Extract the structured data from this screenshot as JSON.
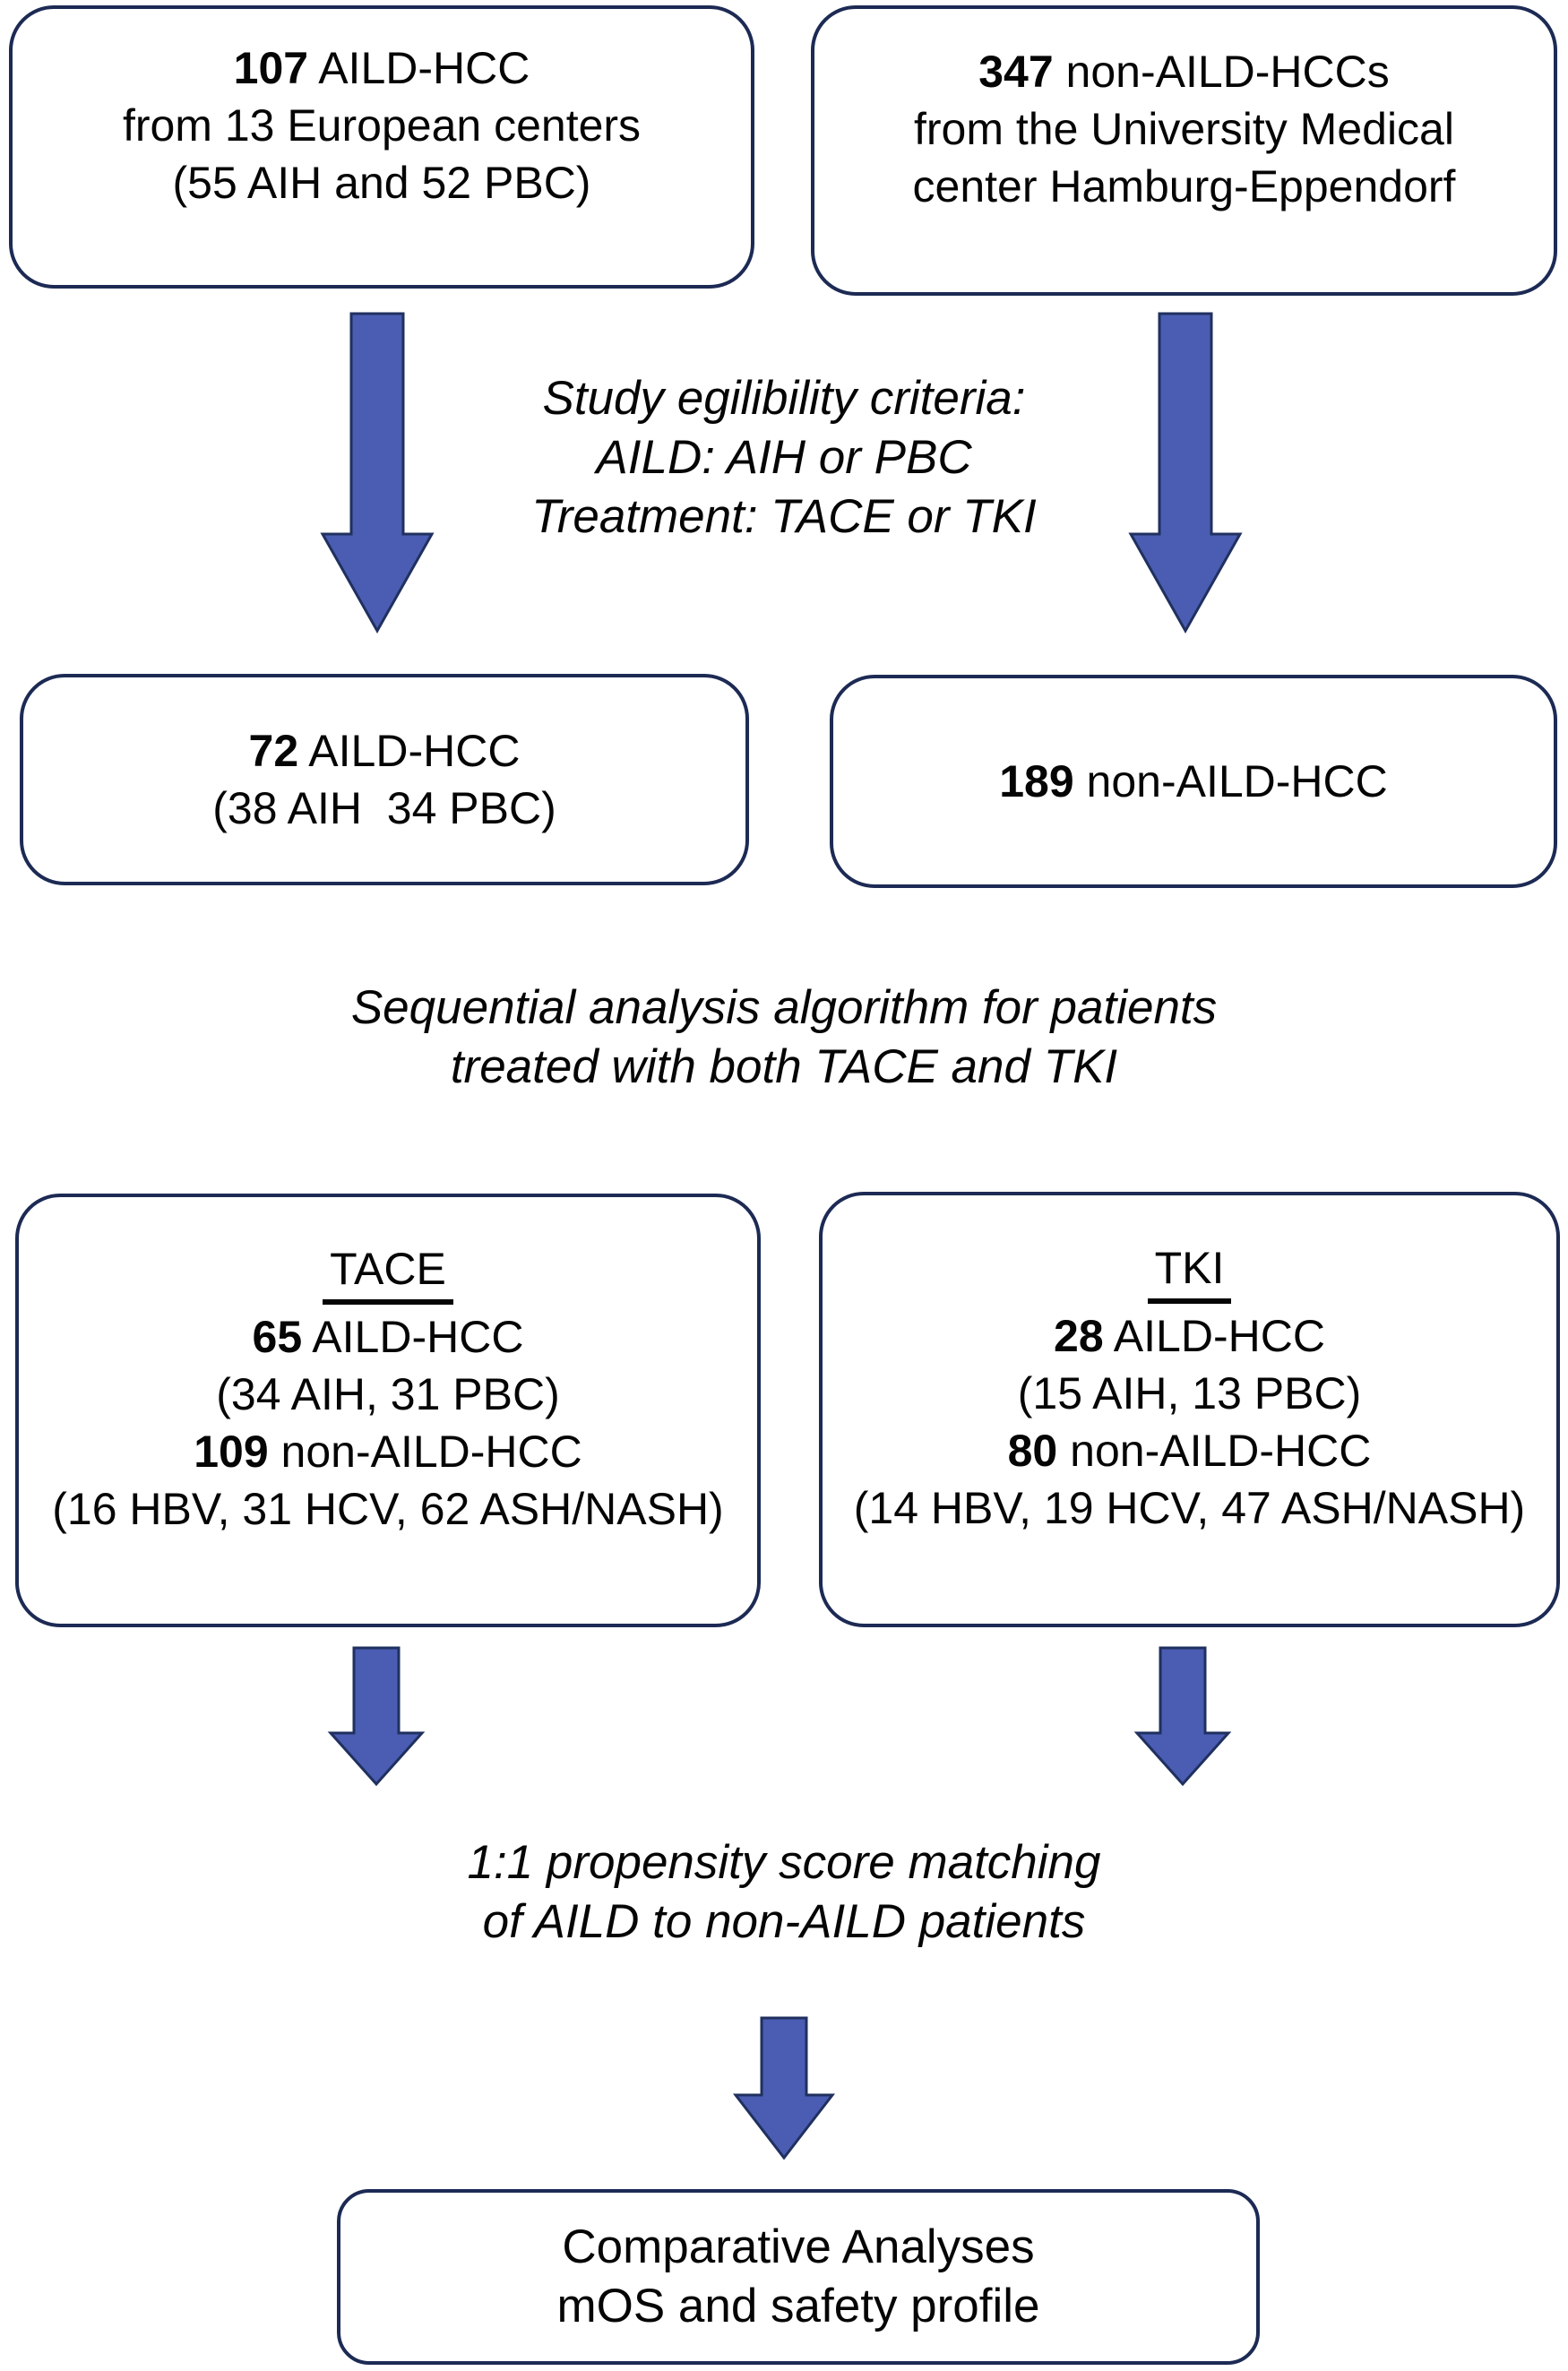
{
  "colors": {
    "background": "#ffffff",
    "box_fill": "#ffffff",
    "box_border": "#1c2a54",
    "arrow_fill": "#4a5db2",
    "arrow_border": "#20305f",
    "text": "#050505"
  },
  "boxes": {
    "cohort_aild": {
      "lines": [
        {
          "bold": "107",
          "rest": " AILD-HCC"
        },
        {
          "bold": "",
          "rest": "from 13 European centers"
        },
        {
          "bold": "",
          "rest": "(55 AIH and 52 PBC)"
        }
      ]
    },
    "cohort_non_aild": {
      "lines": [
        {
          "bold": "347",
          "rest": " non-AILD-HCCs"
        },
        {
          "bold": "",
          "rest": "from the University Medical"
        },
        {
          "bold": "",
          "rest": "center Hamburg-Eppendorf"
        }
      ]
    },
    "eligible_aild": {
      "lines": [
        {
          "bold": "72",
          "rest": " AILD-HCC"
        },
        {
          "bold": "",
          "rest": "(38 AIH  34 PBC)"
        }
      ]
    },
    "eligible_non_aild": {
      "lines": [
        {
          "bold": "189",
          "rest": " non-AILD-HCC"
        }
      ]
    },
    "tace": {
      "header": "TACE",
      "lines": [
        {
          "bold": "65",
          "rest": " AILD-HCC"
        },
        {
          "bold": "",
          "rest": "(34 AIH, 31 PBC)"
        },
        {
          "bold": "109",
          "rest": " non-AILD-HCC"
        },
        {
          "bold": "",
          "rest": "(16 HBV, 31 HCV, 62 ASH/NASH)"
        }
      ]
    },
    "tki": {
      "header": "TKI",
      "lines": [
        {
          "bold": "28",
          "rest": " AILD-HCC"
        },
        {
          "bold": "",
          "rest": "(15 AIH, 13 PBC)"
        },
        {
          "bold": "80",
          "rest": " non-AILD-HCC"
        },
        {
          "bold": "",
          "rest": "(14 HBV, 19 HCV, 47 ASH/NASH)"
        }
      ]
    },
    "final": {
      "lines": [
        {
          "bold": "",
          "rest": "Comparative Analyses"
        },
        {
          "bold": "",
          "rest": "mOS and safety profile"
        }
      ]
    }
  },
  "annotations": {
    "eligibility": [
      "Study egilibility criteria:",
      "AILD: AIH or PBC",
      "Treatment: TACE or TKI"
    ],
    "sequential": [
      "Sequential analysis algorithm for patients",
      "treated with both TACE and TKI"
    ],
    "propensity": [
      "1:1 propensity score matching",
      "of AILD to non-AILD patients"
    ]
  }
}
